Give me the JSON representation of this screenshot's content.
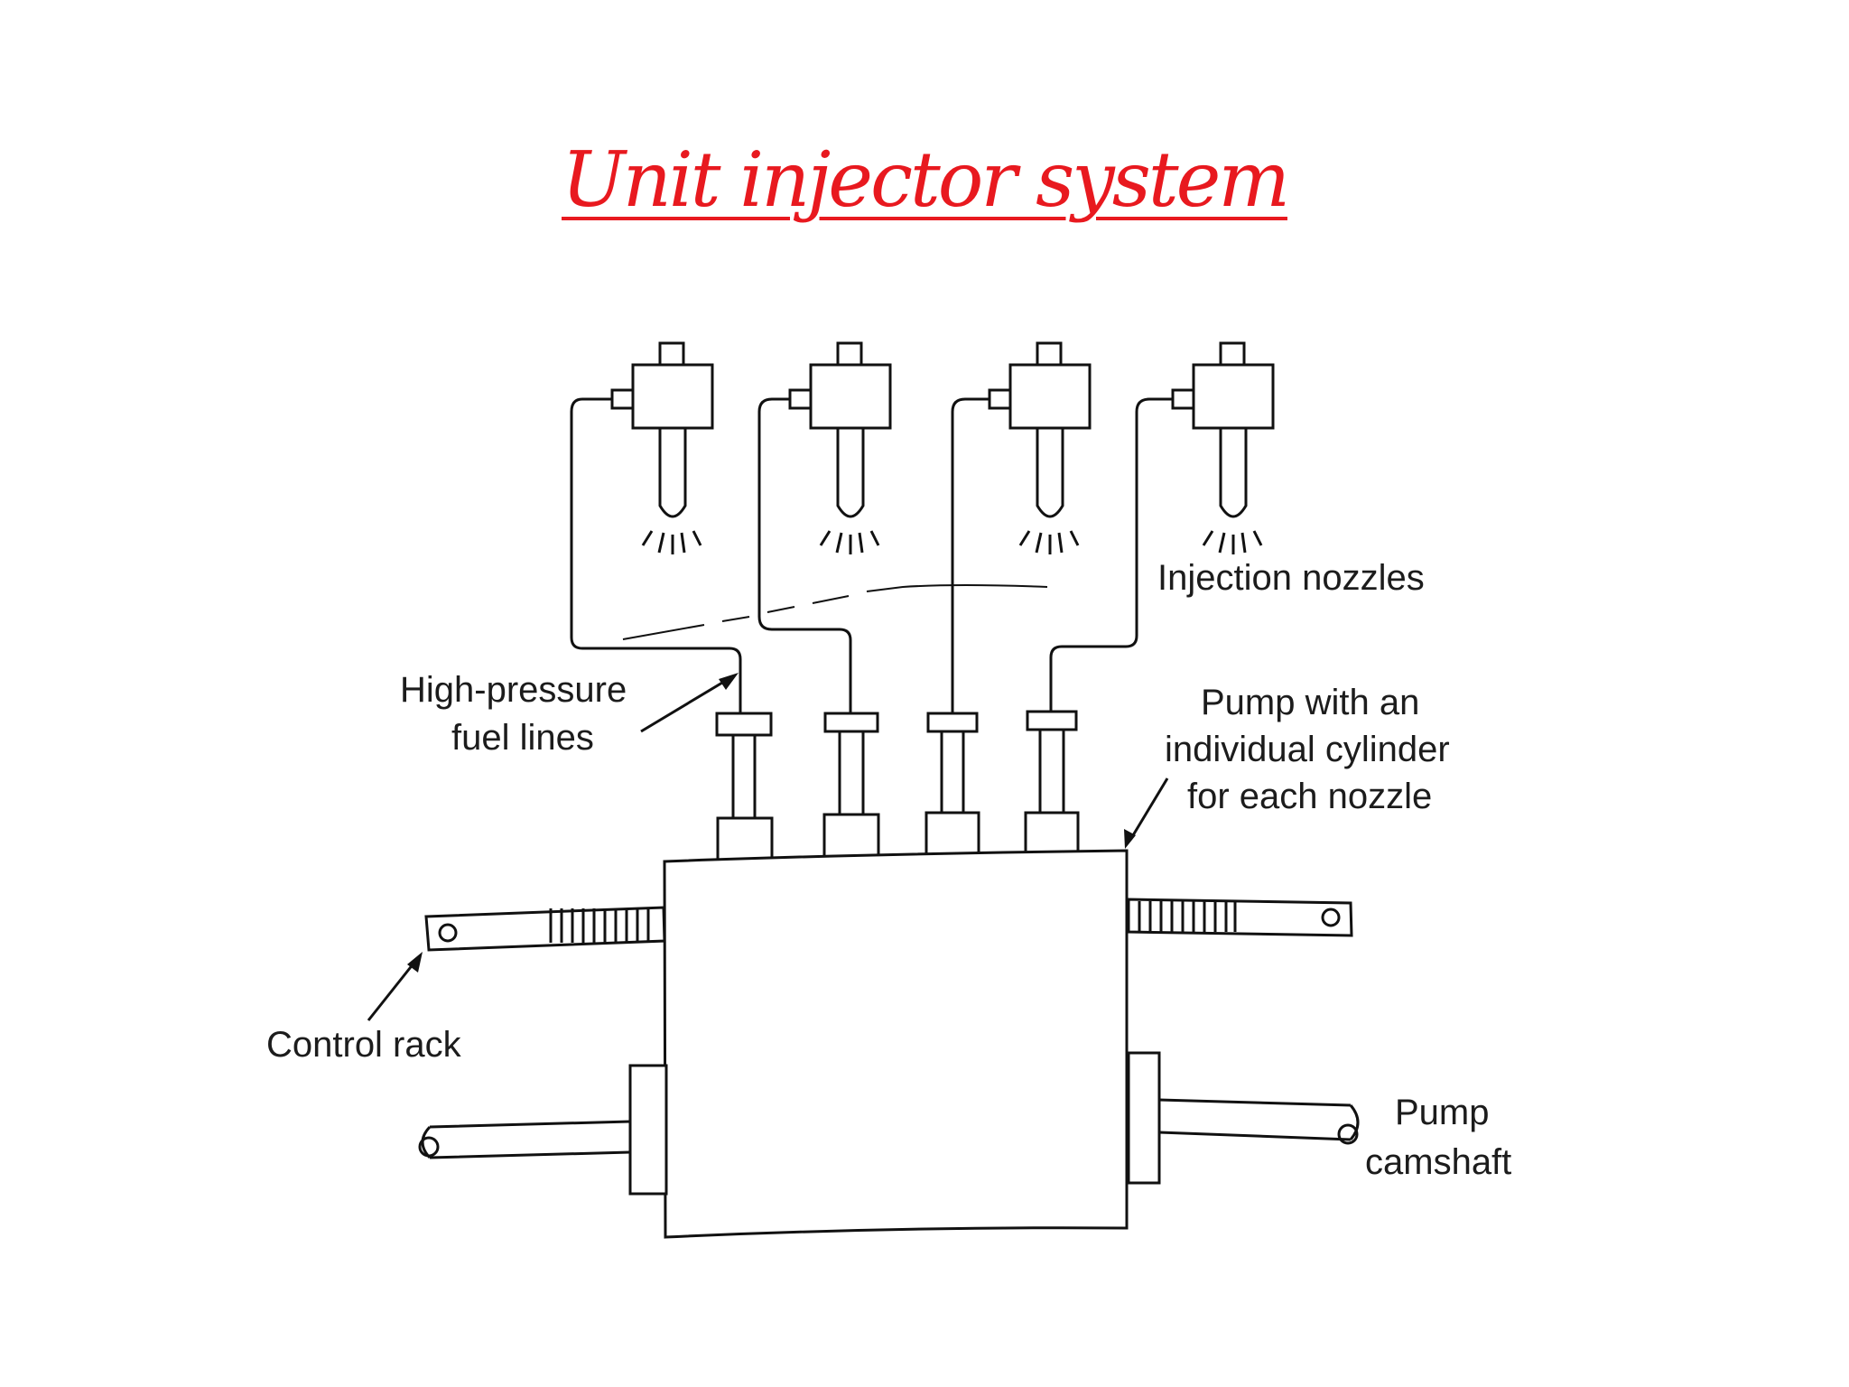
{
  "title": "Unit injector system",
  "labels": {
    "injection_nozzles": "Injection nozzles",
    "high_pressure_line1": "High-pressure",
    "high_pressure_line2": "fuel lines",
    "pump_line1": "Pump with an",
    "pump_line2": "individual cylinder",
    "pump_line3": "for each nozzle",
    "control_rack": "Control rack",
    "camshaft_line1": "Pump",
    "camshaft_line2": "camshaft"
  },
  "colors": {
    "title": "#e8191f",
    "ink": "#111111",
    "background": "#ffffff"
  }
}
